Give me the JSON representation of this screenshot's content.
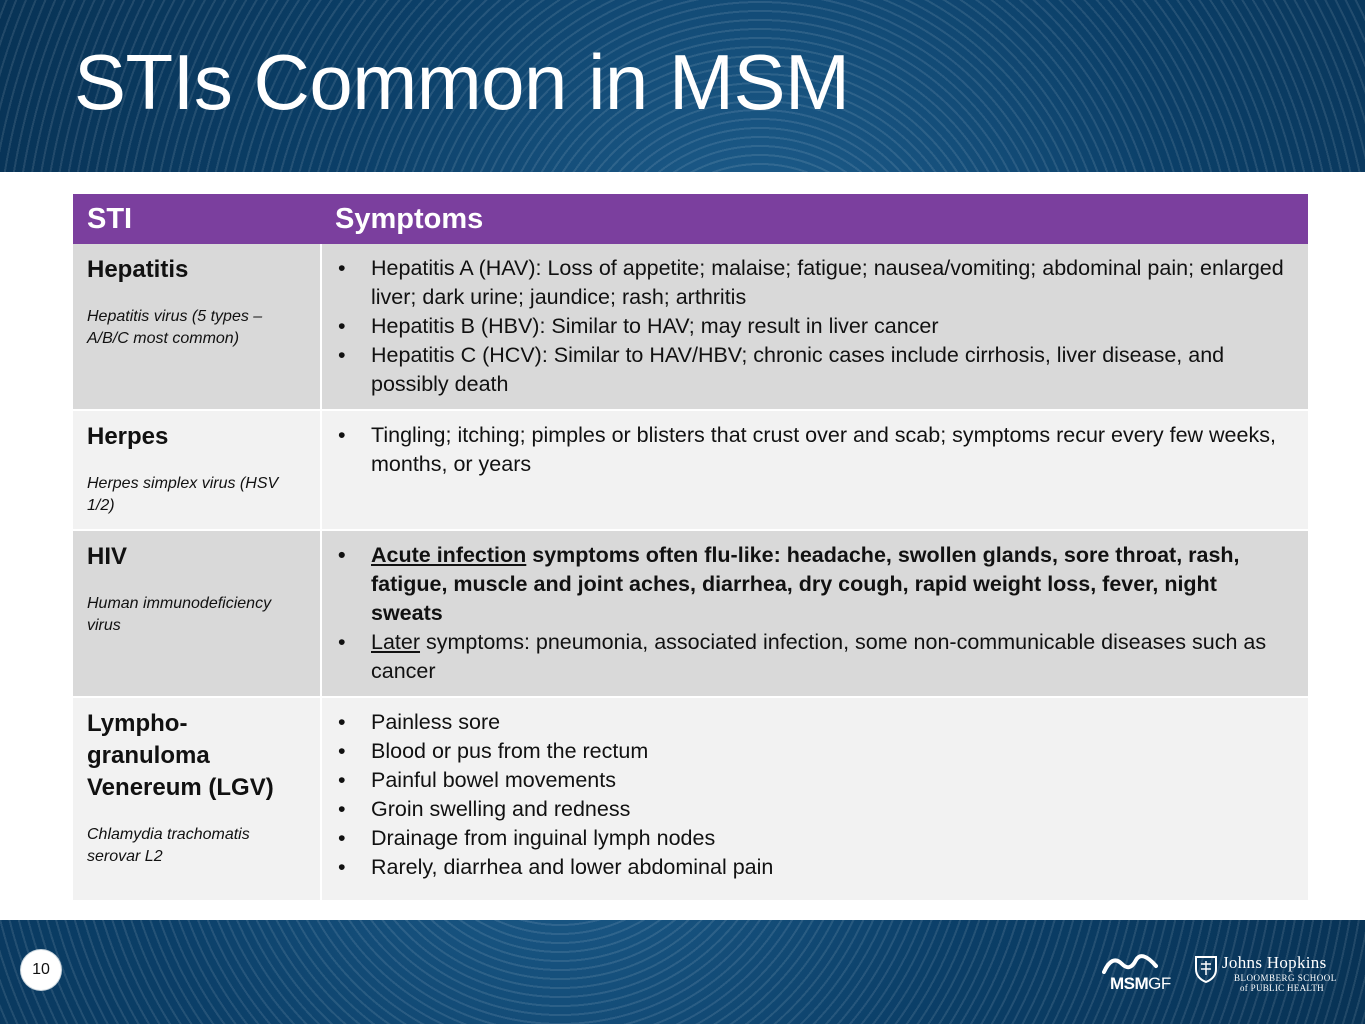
{
  "slide": {
    "title": "STIs Common in MSM",
    "page_number": "10"
  },
  "table": {
    "headers": [
      "STI",
      "Symptoms"
    ],
    "rows": [
      {
        "name": "Hepatitis",
        "agent": "Hepatitis virus (5 types – A/B/C most common)",
        "symptoms": [
          "Hepatitis A (HAV): Loss of appetite; malaise; fatigue; nausea/vomiting; abdominal pain; enlarged liver; dark urine; jaundice; rash; arthritis",
          "Hepatitis B (HBV): Similar to HAV; may result in liver cancer",
          "Hepatitis C (HCV): Similar to HAV/HBV; chronic cases include cirrhosis, liver disease, and possibly death"
        ]
      },
      {
        "name": "Herpes",
        "agent": "Herpes simplex virus (HSV 1/2)",
        "symptoms": [
          "Tingling; itching; pimples or blisters that crust over and scab; symptoms recur every few weeks, months, or years"
        ]
      },
      {
        "name": "HIV",
        "agent": "Human immunodeficiency virus",
        "symptoms": [
          {
            "lead": "Acute infection",
            "text": " symptoms often flu-like: headache, swollen glands, sore throat, rash, fatigue, muscle and joint aches, diarrhea, dry cough, rapid weight loss, fever, night sweats"
          },
          {
            "lead": "Later",
            "text": " symptoms: pneumonia, associated infection, some non-communicable diseases such as cancer"
          }
        ]
      },
      {
        "name": "Lympho-granuloma Venereum (LGV)",
        "agent": "Chlamydia trachomatis serovar L2",
        "symptoms": [
          "Painless sore",
          "Blood or pus from the rectum",
          "Painful bowel movements",
          "Groin swelling and redness",
          "Drainage from inguinal lymph nodes",
          "Rarely, diarrhea and lower abdominal pain"
        ]
      }
    ]
  },
  "logos": {
    "msmgf": {
      "msm": "MSM",
      "gf": "GF"
    },
    "jhu": {
      "line1": "Johns Hopkins",
      "line2": "BLOOMBERG SCHOOL",
      "line3": "of PUBLIC HEALTH"
    }
  }
}
